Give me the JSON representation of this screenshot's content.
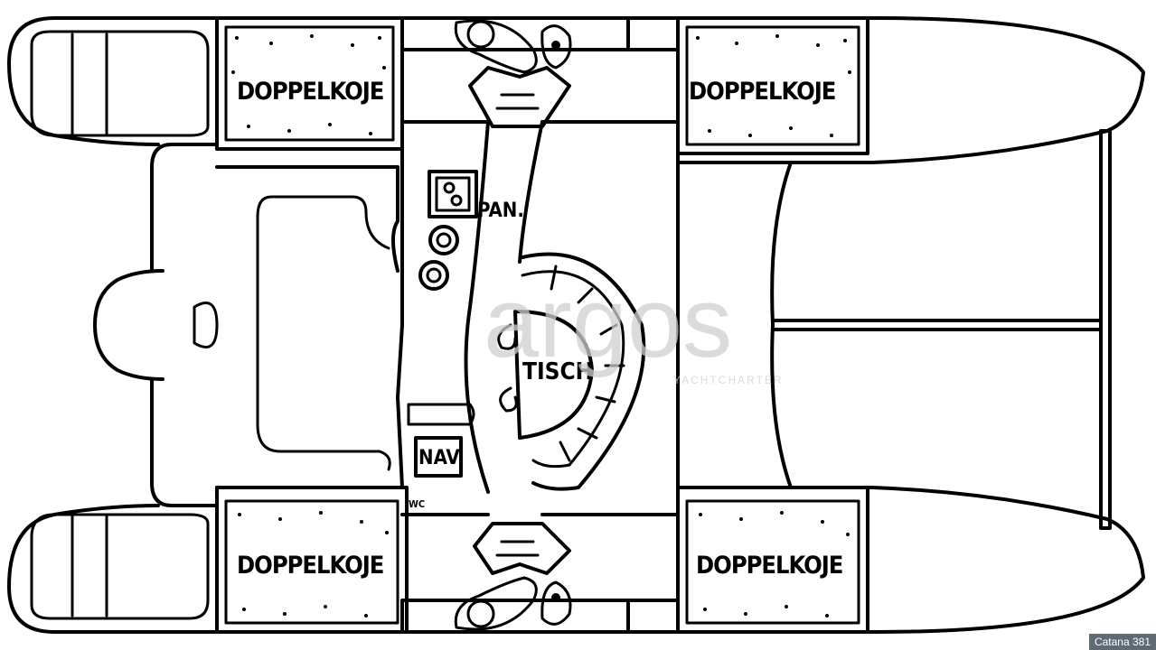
{
  "labels": {
    "berth_top_left": "DOPPELKOJE",
    "berth_top_right": "DOPPELKOJE",
    "berth_bottom_left": "DOPPELKOJE",
    "berth_bottom_right": "DOPPELKOJE",
    "pantry": "PAN.",
    "table": "TISCH",
    "nav": "NAV",
    "wc": "WC"
  },
  "watermark": {
    "brand": "argos",
    "tagline": "YACHTCHARTER"
  },
  "caption": "Catana 381"
}
